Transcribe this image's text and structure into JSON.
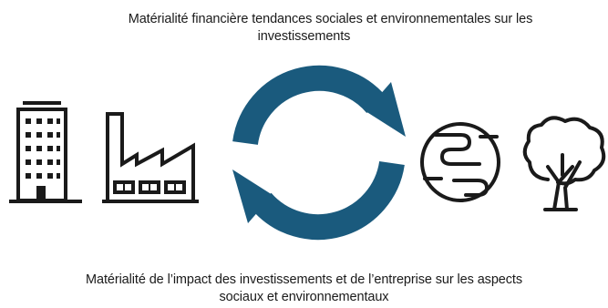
{
  "top_caption": {
    "line1": "Matérialité financière tendances sociales et environnementales sur les",
    "line2": "investissements"
  },
  "bottom_caption": {
    "line1": "Matérialité de l’impact des investissements et de l’entreprise sur les aspects",
    "line2": "sociaux et environnementaux"
  },
  "icons": [
    "office-building-icon",
    "factory-icon",
    "cycle-arrows-icon",
    "globe-icon",
    "tree-icon"
  ],
  "colors": {
    "cycle": "#1a5a7d",
    "icon_stroke": "#1a1a1a"
  }
}
